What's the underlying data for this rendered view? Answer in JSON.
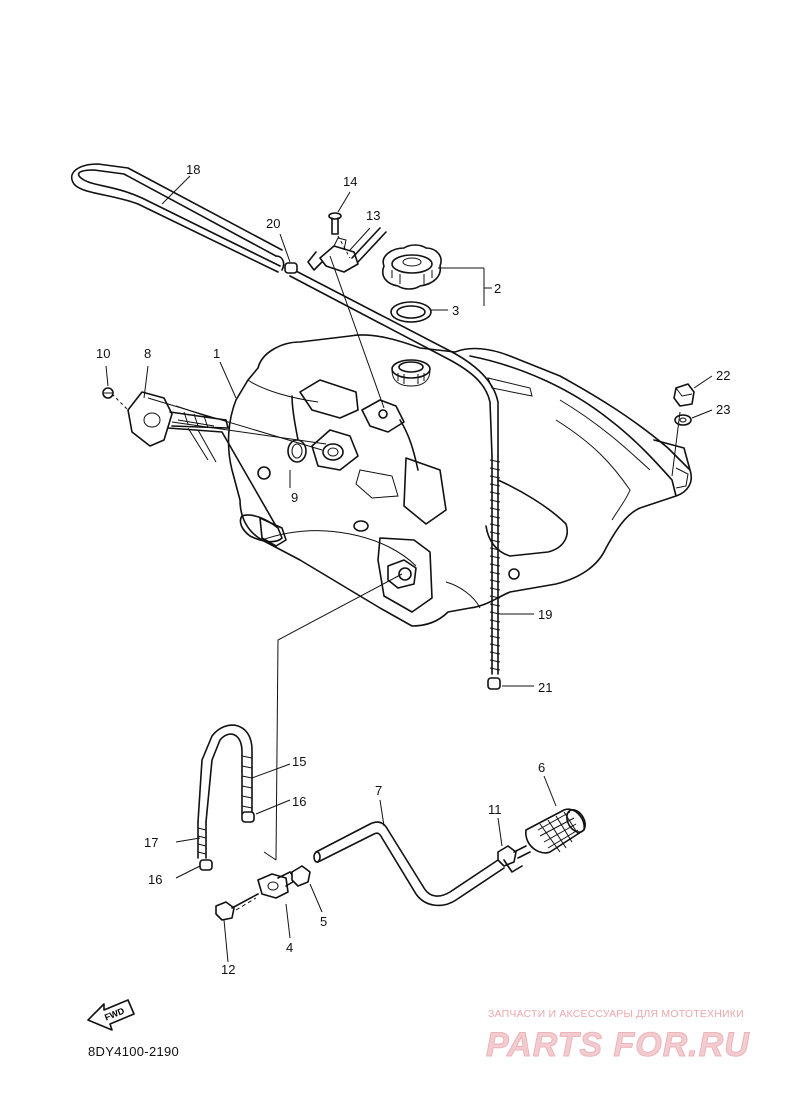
{
  "diagram": {
    "callouts": [
      "1",
      "2",
      "3",
      "4",
      "5",
      "6",
      "7",
      "8",
      "9",
      "10",
      "11",
      "12",
      "13",
      "14",
      "15",
      "16",
      "16",
      "17",
      "18",
      "19",
      "20",
      "21",
      "22",
      "23"
    ],
    "fwd_label": "FWD",
    "drawing_code": "8DY4100-2190"
  },
  "watermark": {
    "subtitle": "ЗАПЧАСТИ И АКСЕССУАРЫ ДЛЯ МОТОТЕХНИКИ",
    "logo": "PARTS FOR.RU",
    "color": "#e8a8ad"
  }
}
